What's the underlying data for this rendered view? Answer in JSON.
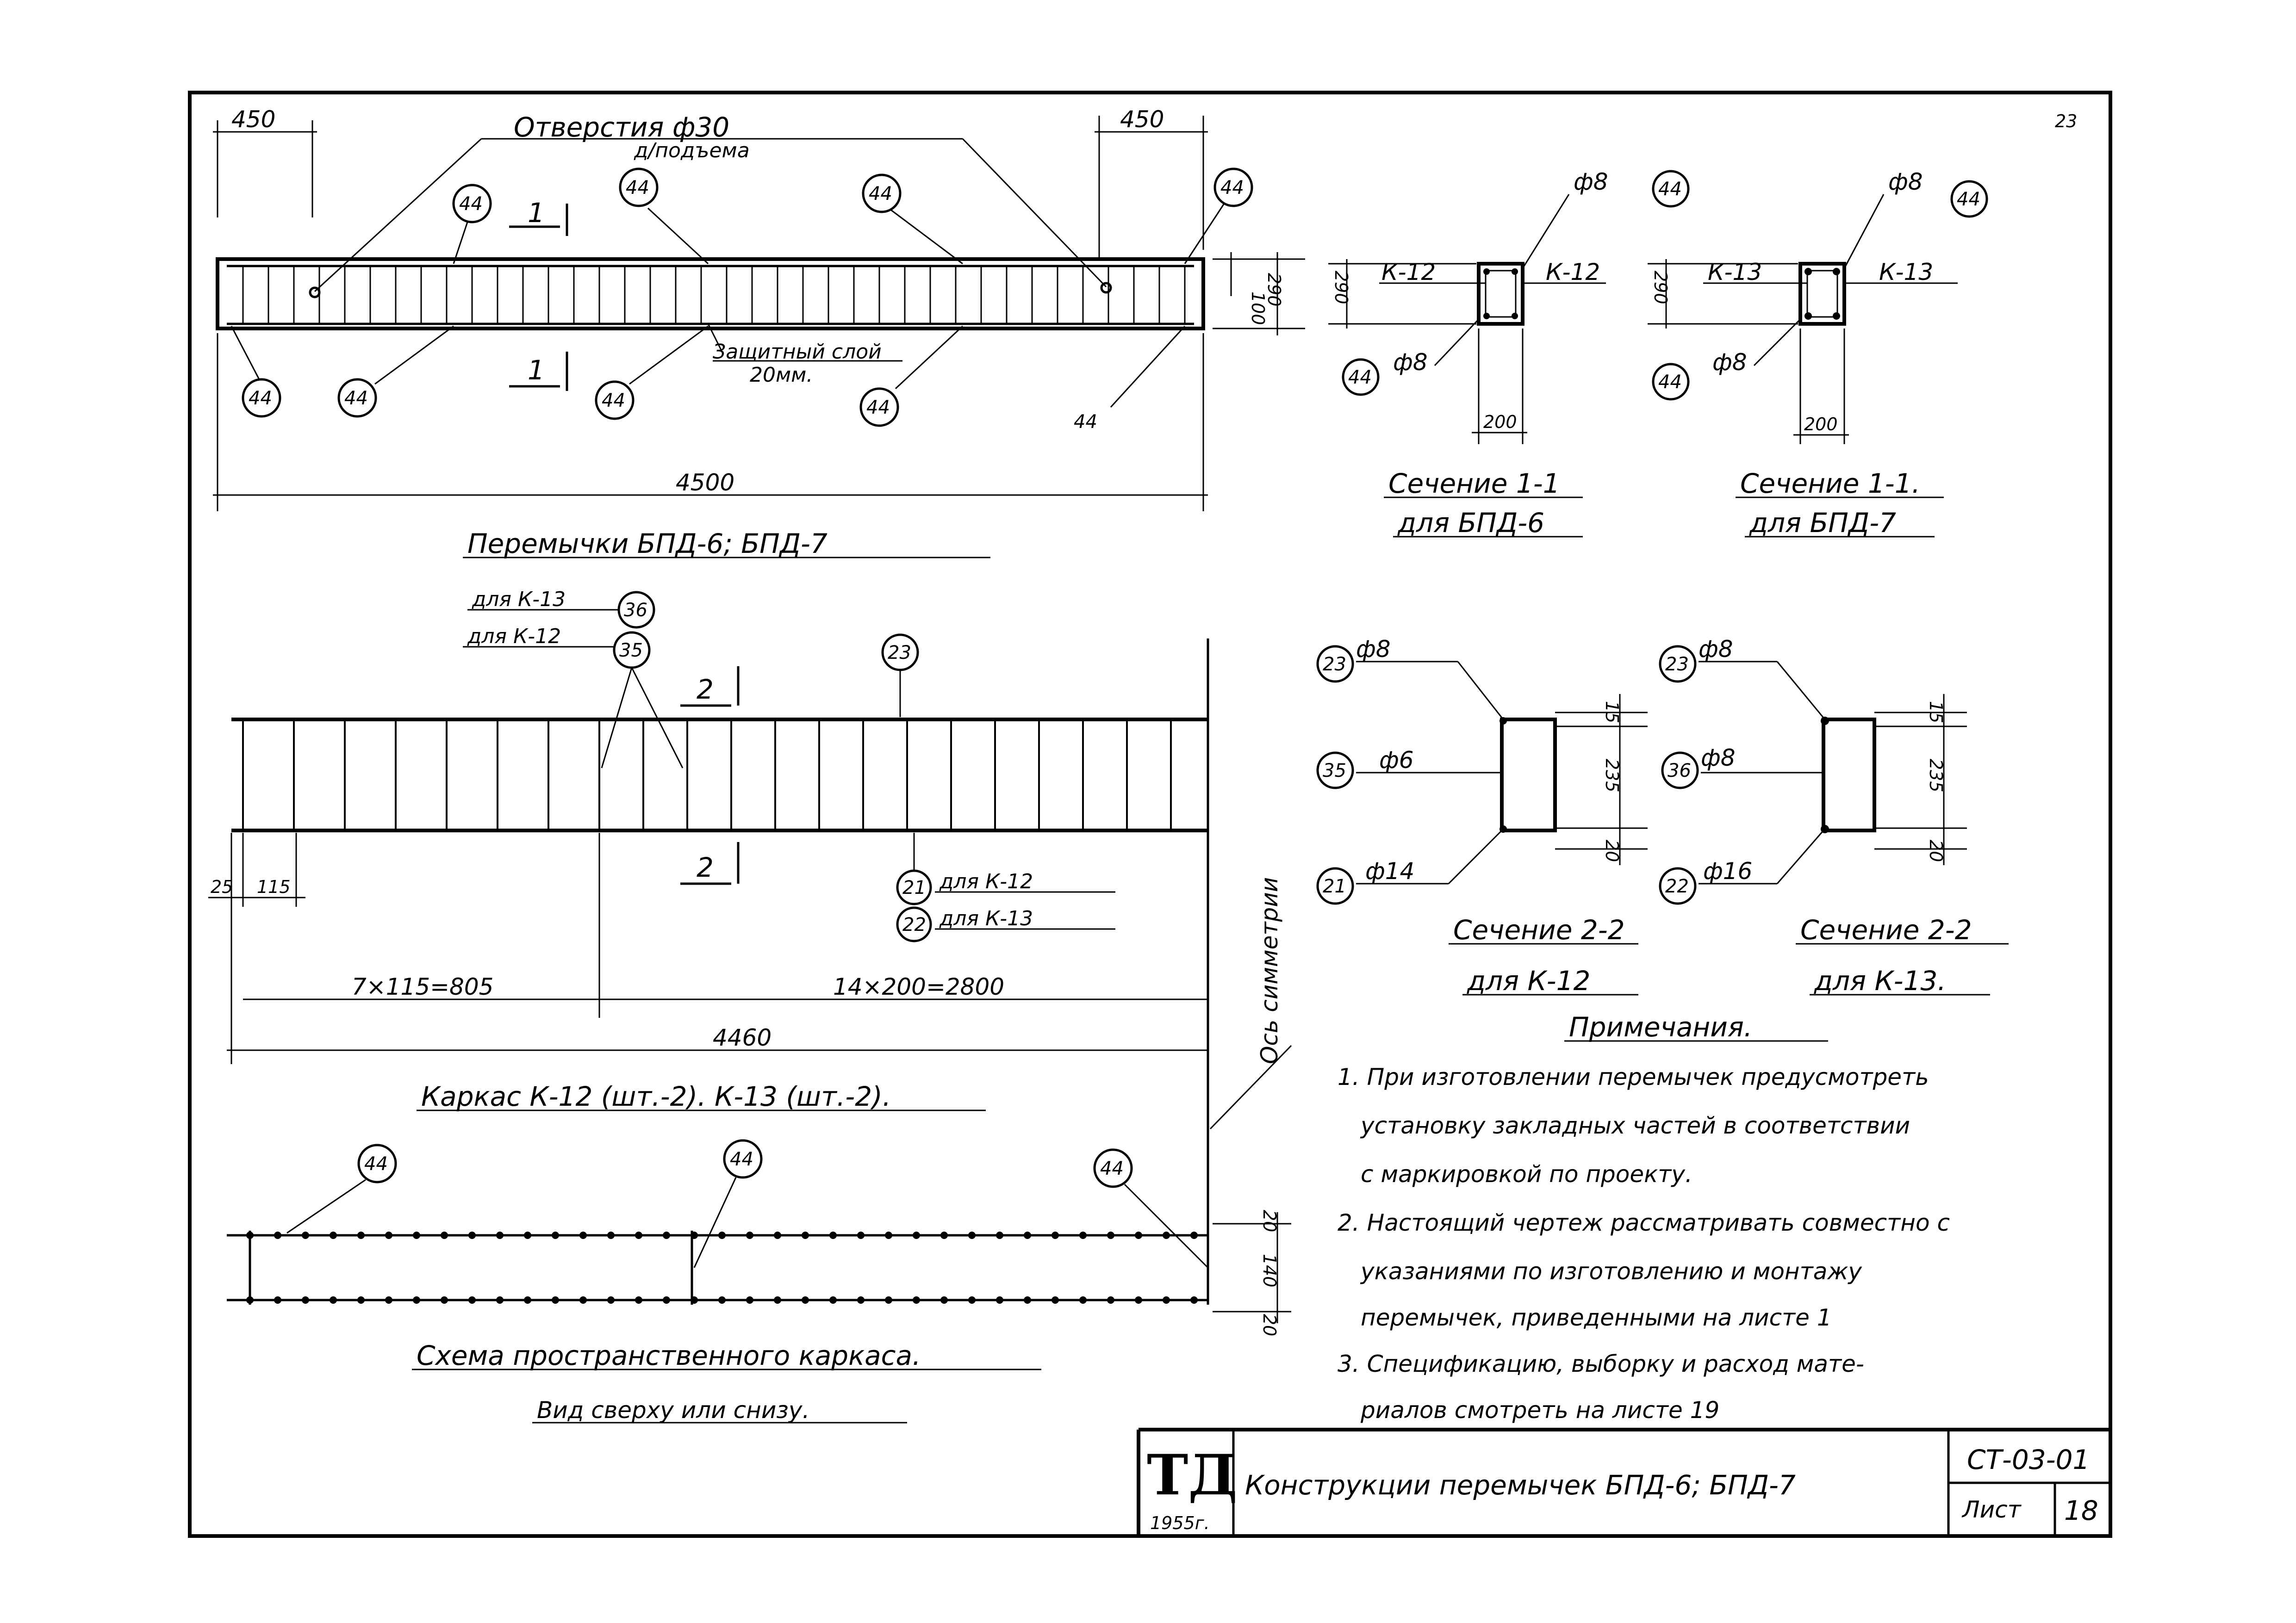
{
  "sheet_number_top": "23",
  "beam_elevation": {
    "title": "Перемычки БПД-6; БПД-7",
    "hole_label": "Отверстия ф30",
    "hole_sublabel": "д/подъема",
    "dim_left": "450",
    "dim_right": "450",
    "dim_length": "4500",
    "dim_h1": "100",
    "dim_h2": "290",
    "cover_label": "Защитный слой",
    "cover_value": "20мм.",
    "section_mark": "1",
    "rebar_mark": "44"
  },
  "section_1_1_k12": {
    "title": "Сечение 1-1",
    "subtitle": "для БПД-6",
    "bar_top": "ф8",
    "bar_bottom": "ф8",
    "frame_left": "К-12",
    "frame_right": "К-12",
    "height": "290",
    "width": "200",
    "mark": "44"
  },
  "section_1_1_k13": {
    "title": "Сечение 1-1.",
    "subtitle": "для БПД-7",
    "bar_top": "ф8",
    "bar_bottom": "ф8",
    "frame_left": "К-13",
    "frame_right": "К-13",
    "height": "290",
    "width": "200",
    "mark": "44"
  },
  "frame": {
    "title": "Каркас К-12 (шт.-2). К-13 (шт.-2).",
    "label_k13": "для К-13",
    "label_k12": "для К-12",
    "mark_36": "36",
    "mark_35": "35",
    "mark_23": "23",
    "mark_21": "21",
    "mark_22": "22",
    "label_21": "для К-12",
    "label_22": "для К-13",
    "section_mark": "2",
    "dim_25": "25",
    "dim_115": "115",
    "dim_805": "7×115=805",
    "dim_2800": "14×200=2800",
    "dim_4460": "4460",
    "axis_label": "Ось симметрии"
  },
  "section_2_2_k12": {
    "title": "Сечение 2-2",
    "subtitle": "для К-12",
    "mark_top": "23",
    "bar_top": "ф8",
    "mark_mid": "35",
    "bar_mid": "ф6",
    "mark_bot": "21",
    "bar_bot": "ф14",
    "dim_15": "15",
    "dim_235": "235",
    "dim_20": "20"
  },
  "section_2_2_k13": {
    "title": "Сечение 2-2",
    "subtitle": "для К-13.",
    "mark_top": "23",
    "bar_top": "ф8",
    "mark_mid": "36",
    "bar_mid": "ф8",
    "mark_bot": "22",
    "bar_bot": "ф16",
    "dim_15": "15",
    "dim_235": "235",
    "dim_20": "20"
  },
  "plan_scheme": {
    "title": "Схема пространственного каркаса.",
    "subtitle": "Вид сверху или снизу.",
    "mark": "44",
    "dim_20a": "20",
    "dim_140": "140",
    "dim_20b": "20"
  },
  "notes": {
    "title": "Примечания.",
    "lines": [
      "1. При изготовлении перемычек предусмотреть",
      "установку закладных частей в соответствии",
      "с маркировкой по проекту.",
      "2. Настоящий чертеж рассматривать совместно с",
      "указаниями по изготовлению и монтажу",
      "перемычек, приведенными на листе 1",
      "3. Спецификацию, выборку и расход мате-",
      "риалов смотреть на листе 19"
    ]
  },
  "title_block": {
    "logo": "ТД",
    "year": "1955г.",
    "title": "Конструкции перемычек БПД-6; БПД-7",
    "code": "СТ-03-01",
    "sheet_label": "Лист",
    "sheet_number": "18"
  }
}
